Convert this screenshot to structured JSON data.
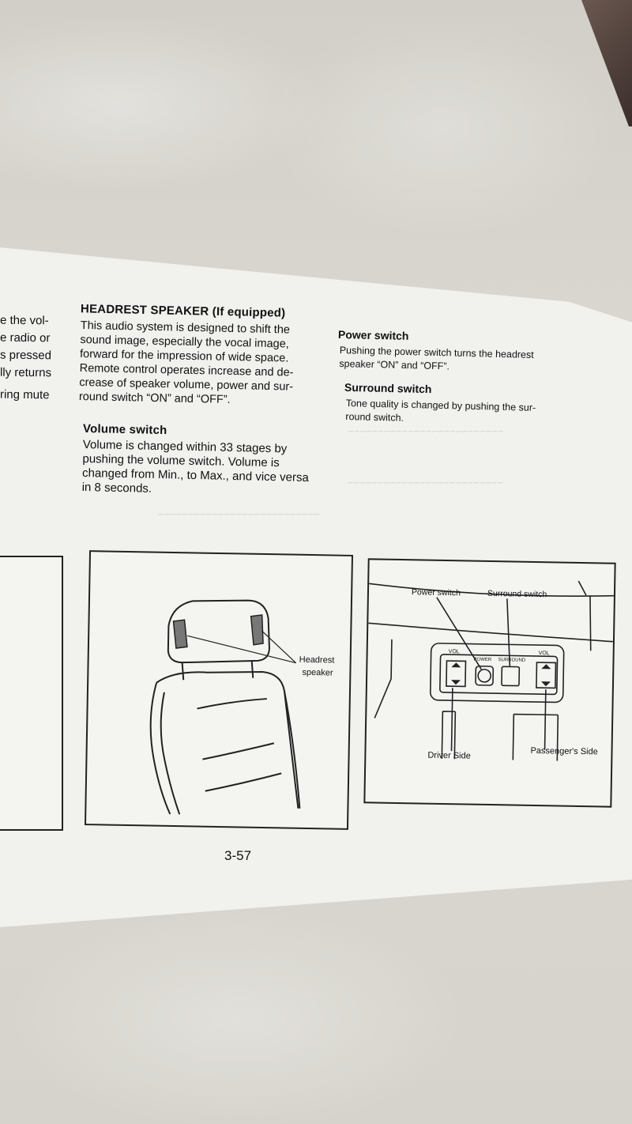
{
  "left_column_fragments": [
    "e the vol-",
    "e radio or",
    "s pressed",
    "lly returns",
    "ring mute"
  ],
  "headrest_section": {
    "title": "HEADREST SPEAKER (If equipped)",
    "lines": [
      "This audio system is designed to shift the",
      "sound image, especially the vocal image,",
      "forward for the impression of wide space.",
      "Remote control operates increase and de-",
      "crease of speaker volume, power and sur-",
      "round switch “ON” and “OFF”."
    ]
  },
  "volume_section": {
    "title": "Volume switch",
    "lines": [
      "Volume is changed within 33 stages by",
      "pushing the volume switch. Volume is",
      "changed from Min., to Max., and vice versa",
      "in 8 seconds."
    ]
  },
  "power_section": {
    "title": "Power switch",
    "lines": [
      "Pushing the power switch turns the headrest",
      "speaker “ON” and “OFF”."
    ]
  },
  "surround_section": {
    "title": "Surround switch",
    "lines": [
      "Tone quality is changed by pushing the sur-",
      "round switch."
    ]
  },
  "figure_left": {
    "callout": [
      "Headrest",
      "speaker"
    ]
  },
  "figure_right": {
    "power_label": "Power switch",
    "surround_label": "Surround switch",
    "vol_left": "VOL",
    "vol_right": "VOL",
    "power_key": "POWER",
    "surround_key": "SURROUND",
    "driver_label": "Driver Side",
    "passenger_label": "Passenger's Side"
  },
  "page_number": "3-57",
  "colors": {
    "paper": "#f1f1ee",
    "ink": "#111111",
    "cloth": "#d8d5ce"
  }
}
